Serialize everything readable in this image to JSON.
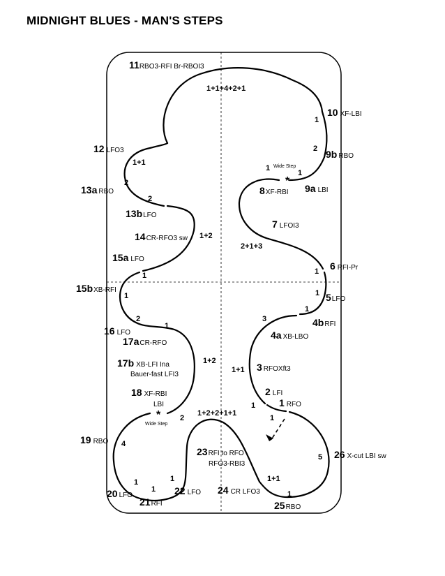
{
  "title": "MIDNIGHT BLUES - MAN'S STEPS",
  "steps": [
    {
      "num": "11",
      "code": "RBO3-RFI Br-RBOI3"
    },
    {
      "num": "10",
      "code": "XF-LBI"
    },
    {
      "num": "9b",
      "code": "RBO"
    },
    {
      "num": "9a",
      "code": "LBI"
    },
    {
      "num": "8",
      "code": "XF-RBI"
    },
    {
      "num": "7",
      "code": "LFOI3"
    },
    {
      "num": "6",
      "code": "RFI-Pr"
    },
    {
      "num": "5",
      "code": "LFO"
    },
    {
      "num": "4b",
      "code": "RFI"
    },
    {
      "num": "4a",
      "code": "XB-LBO"
    },
    {
      "num": "3",
      "code": "RFOXft3"
    },
    {
      "num": "2",
      "code": "LFI"
    },
    {
      "num": "1",
      "code": "RFO"
    },
    {
      "num": "26",
      "code": "X-cut LBI sw"
    },
    {
      "num": "25",
      "code": "RBO"
    },
    {
      "num": "24",
      "code": "CR LFO3"
    },
    {
      "num": "23",
      "code": "RFI to RFO"
    },
    {
      "num": "22",
      "code": "LFO"
    },
    {
      "num": "21",
      "code": "RFI"
    },
    {
      "num": "20",
      "code": "LFO"
    },
    {
      "num": "19",
      "code": "RBO"
    },
    {
      "num": "18",
      "code": "XF-RBI"
    },
    {
      "num": "17b",
      "code": "XB-LFI Ina"
    },
    {
      "num": "17a",
      "code": "CR-RFO"
    },
    {
      "num": "16",
      "code": "LFO"
    },
    {
      "num": "15b",
      "code": "XB-RFI"
    },
    {
      "num": "15a",
      "code": "LFO"
    },
    {
      "num": "14",
      "code": "CR-RFO3 sw"
    },
    {
      "num": "13b",
      "code": "LFO"
    },
    {
      "num": "13a",
      "code": "RBO"
    },
    {
      "num": "12",
      "code": "LFO3"
    }
  ],
  "extra_text": {
    "bauer": "Bauer-fast LFI3",
    "rfo3_rbi3": "RFO3-RBI3",
    "lbi": "LBI",
    "wide_step_1": "Wide Step",
    "wide_step_2": "Wide Step",
    "star": "*"
  },
  "counts": [
    "1+1+4+2+1",
    "1",
    "2",
    "1",
    "1",
    "2+1+3",
    "1",
    "1",
    "1",
    "3",
    "1+1",
    "1",
    "1",
    "5",
    "1+1",
    "1",
    "1+2+2+1+1",
    "2",
    "4",
    "1",
    "1",
    "1",
    "1+2",
    "1",
    "2",
    "1",
    "1",
    "1+2",
    "2",
    "2",
    "1+1"
  ]
}
